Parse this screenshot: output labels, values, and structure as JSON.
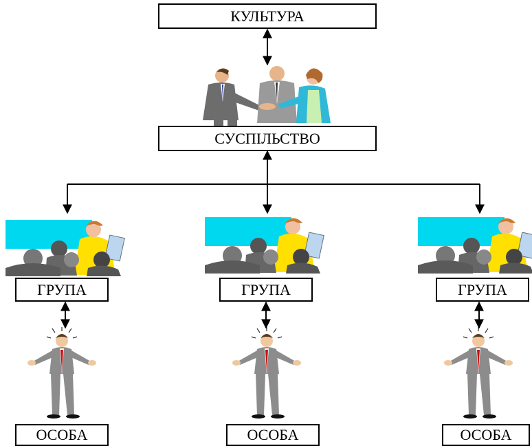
{
  "diagram": {
    "top": {
      "label": "КУЛЬТУРА"
    },
    "society": {
      "label": "СУСПІЛЬСТВО"
    },
    "groups": [
      {
        "label": "ГРУПА",
        "person_label": "ОСОБА"
      },
      {
        "label": "ГРУПА",
        "person_label": "ОСОБА"
      },
      {
        "label": "ГРУПА",
        "person_label": "ОСОБА"
      }
    ],
    "illustrations": {
      "society": "business-people-handshake-clipart",
      "group": "meeting-group-clipart",
      "person": "confused-businessman-clipart"
    },
    "colors": {
      "line": "#000000",
      "screen": "#00d8f0",
      "suit_gray": "#8c8c8c",
      "tie_red": "#cc1010",
      "jacket_yellow": "#ffe000",
      "jacket_teal": "#30b8d8"
    }
  }
}
